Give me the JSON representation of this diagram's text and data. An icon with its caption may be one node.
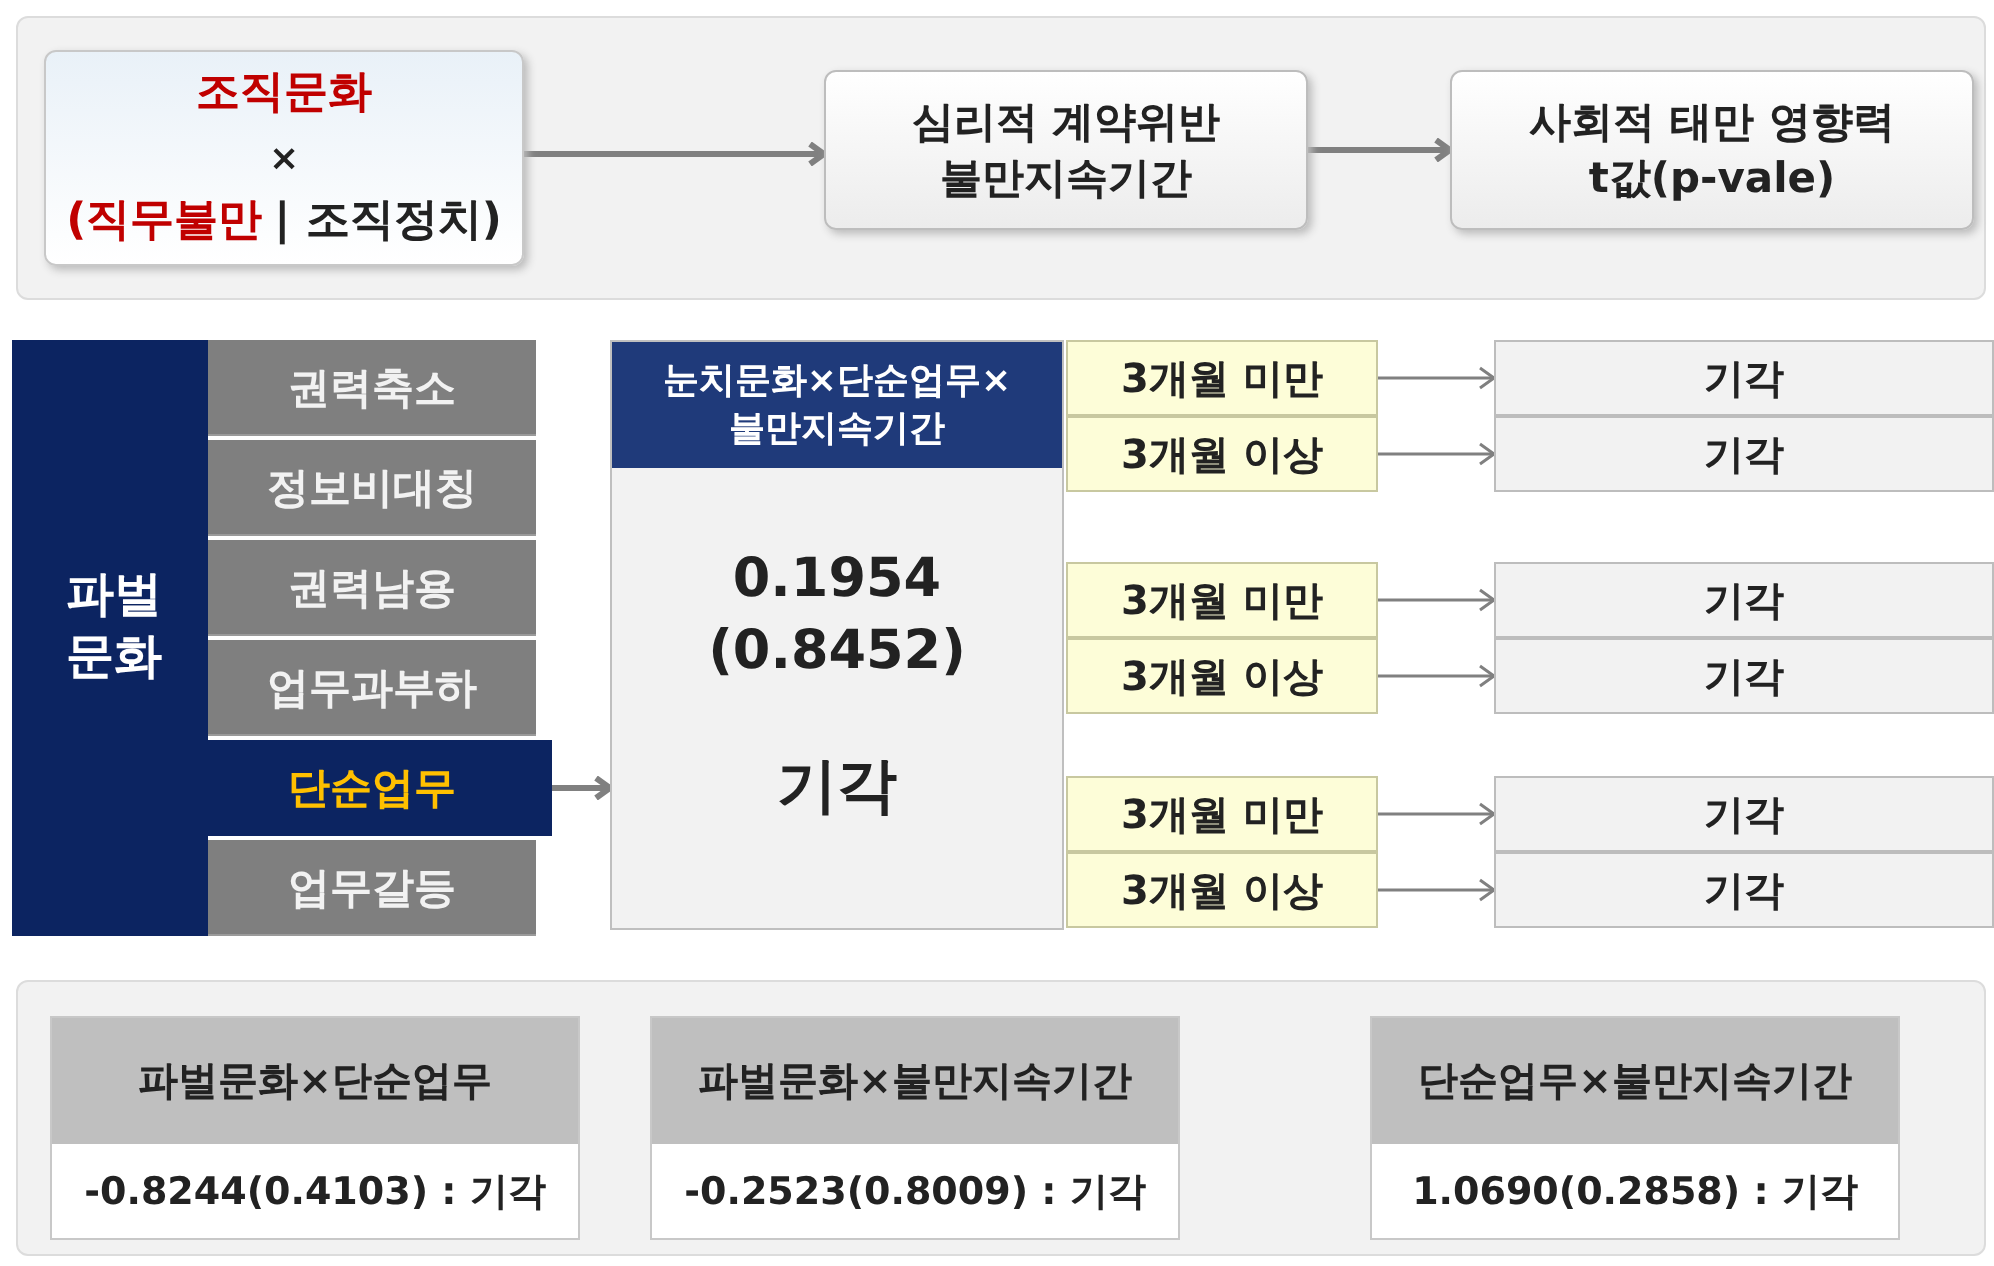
{
  "diagram": {
    "nodes": [
      {
        "text": [
          "조직문화",
          "×",
          "(직무불만",
          "| 조직정치)"
        ]
      },
      {
        "text": [
          "심리적 계약위반 불만지속기간"
        ]
      },
      {
        "text": [
          "사회적 태만 영향력 t값(p-vale)"
        ]
      },
      {
        "text": [
          "파벌문화"
        ]
      },
      {
        "text": [
          "권력축소"
        ],
        "in": 3
      },
      {
        "text": [
          "정보비대칭"
        ],
        "in": 3
      },
      {
        "text": [
          "권력남용"
        ],
        "in": 3
      },
      {
        "text": [
          "업무과부하"
        ],
        "in": 3
      },
      {
        "text": [
          "단순업무"
        ],
        "in": 3
      },
      {
        "text": [
          "업무갈등"
        ],
        "in": 3
      },
      {
        "text": [
          "눈치문화×단순업무×불만지속기간",
          "0.1954 (0.8452)",
          "기각"
        ]
      },
      {
        "text": [
          "3개월 미만"
        ]
      },
      {
        "text": [
          "3개월 이상"
        ]
      },
      {
        "text": [
          "3개월 미만"
        ]
      },
      {
        "text": [
          "3개월 이상"
        ]
      },
      {
        "text": [
          "3개월 미만"
        ]
      },
      {
        "text": [
          "3개월 이상"
        ]
      },
      {
        "text": [
          "기각"
        ]
      },
      {
        "text": [
          "기각"
        ]
      },
      {
        "text": [
          "기각"
        ]
      },
      {
        "text": [
          "기각"
        ]
      },
      {
        "text": [
          "기각"
        ]
      },
      {
        "text": [
          "기각"
        ]
      },
      {
        "text": [
          "파벌문화×단순업무",
          "-0.8244(0.4103) : 기각"
        ]
      },
      {
        "text": [
          "파벌문화×불만지속기간",
          "-0.2523(0.8009) : 기각"
        ]
      },
      {
        "text": [
          "단순업무×불만지속기간",
          "1.0690(0.2858) : 기각"
        ]
      }
    ],
    "edges": [
      {
        "from": 0,
        "to": 1,
        "arrow": "to",
        "style": "thick"
      },
      {
        "from": 1,
        "to": 2,
        "arrow": "to",
        "style": "thick"
      },
      {
        "from": 8,
        "to": 10,
        "arrow": "to",
        "style": "thick"
      },
      {
        "from": 11,
        "to": 17,
        "arrow": "to"
      },
      {
        "from": 12,
        "to": 18,
        "arrow": "to"
      },
      {
        "from": 13,
        "to": 19,
        "arrow": "to"
      },
      {
        "from": 14,
        "to": 20,
        "arrow": "to"
      },
      {
        "from": 15,
        "to": 21,
        "arrow": "to"
      },
      {
        "from": 16,
        "to": 22,
        "arrow": "to"
      }
    ]
  }
}
